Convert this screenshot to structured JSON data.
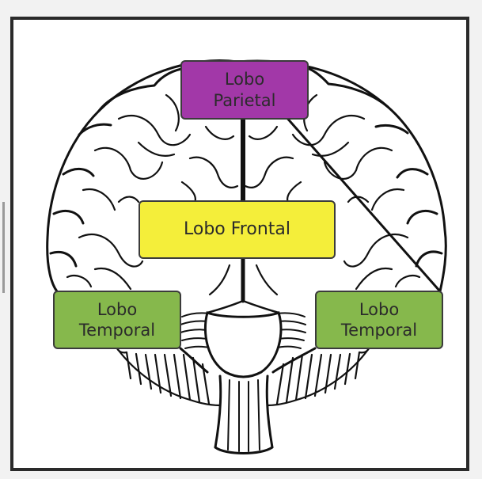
{
  "diagram": {
    "labels": {
      "parietal": {
        "line1": "Lobo",
        "line2": "Parietal",
        "color": "#a238a8"
      },
      "frontal": {
        "text": "Lobo Frontal",
        "color": "#f4ee3a"
      },
      "temporal_left": {
        "line1": "Lobo",
        "line2": "Temporal",
        "color": "#86b84c"
      },
      "temporal_right": {
        "line1": "Lobo",
        "line2": "Temporal",
        "color": "#86b84c"
      }
    },
    "colors": {
      "frame": "#2a2a2a",
      "outline": "#111111",
      "background": "#ffffff"
    }
  }
}
